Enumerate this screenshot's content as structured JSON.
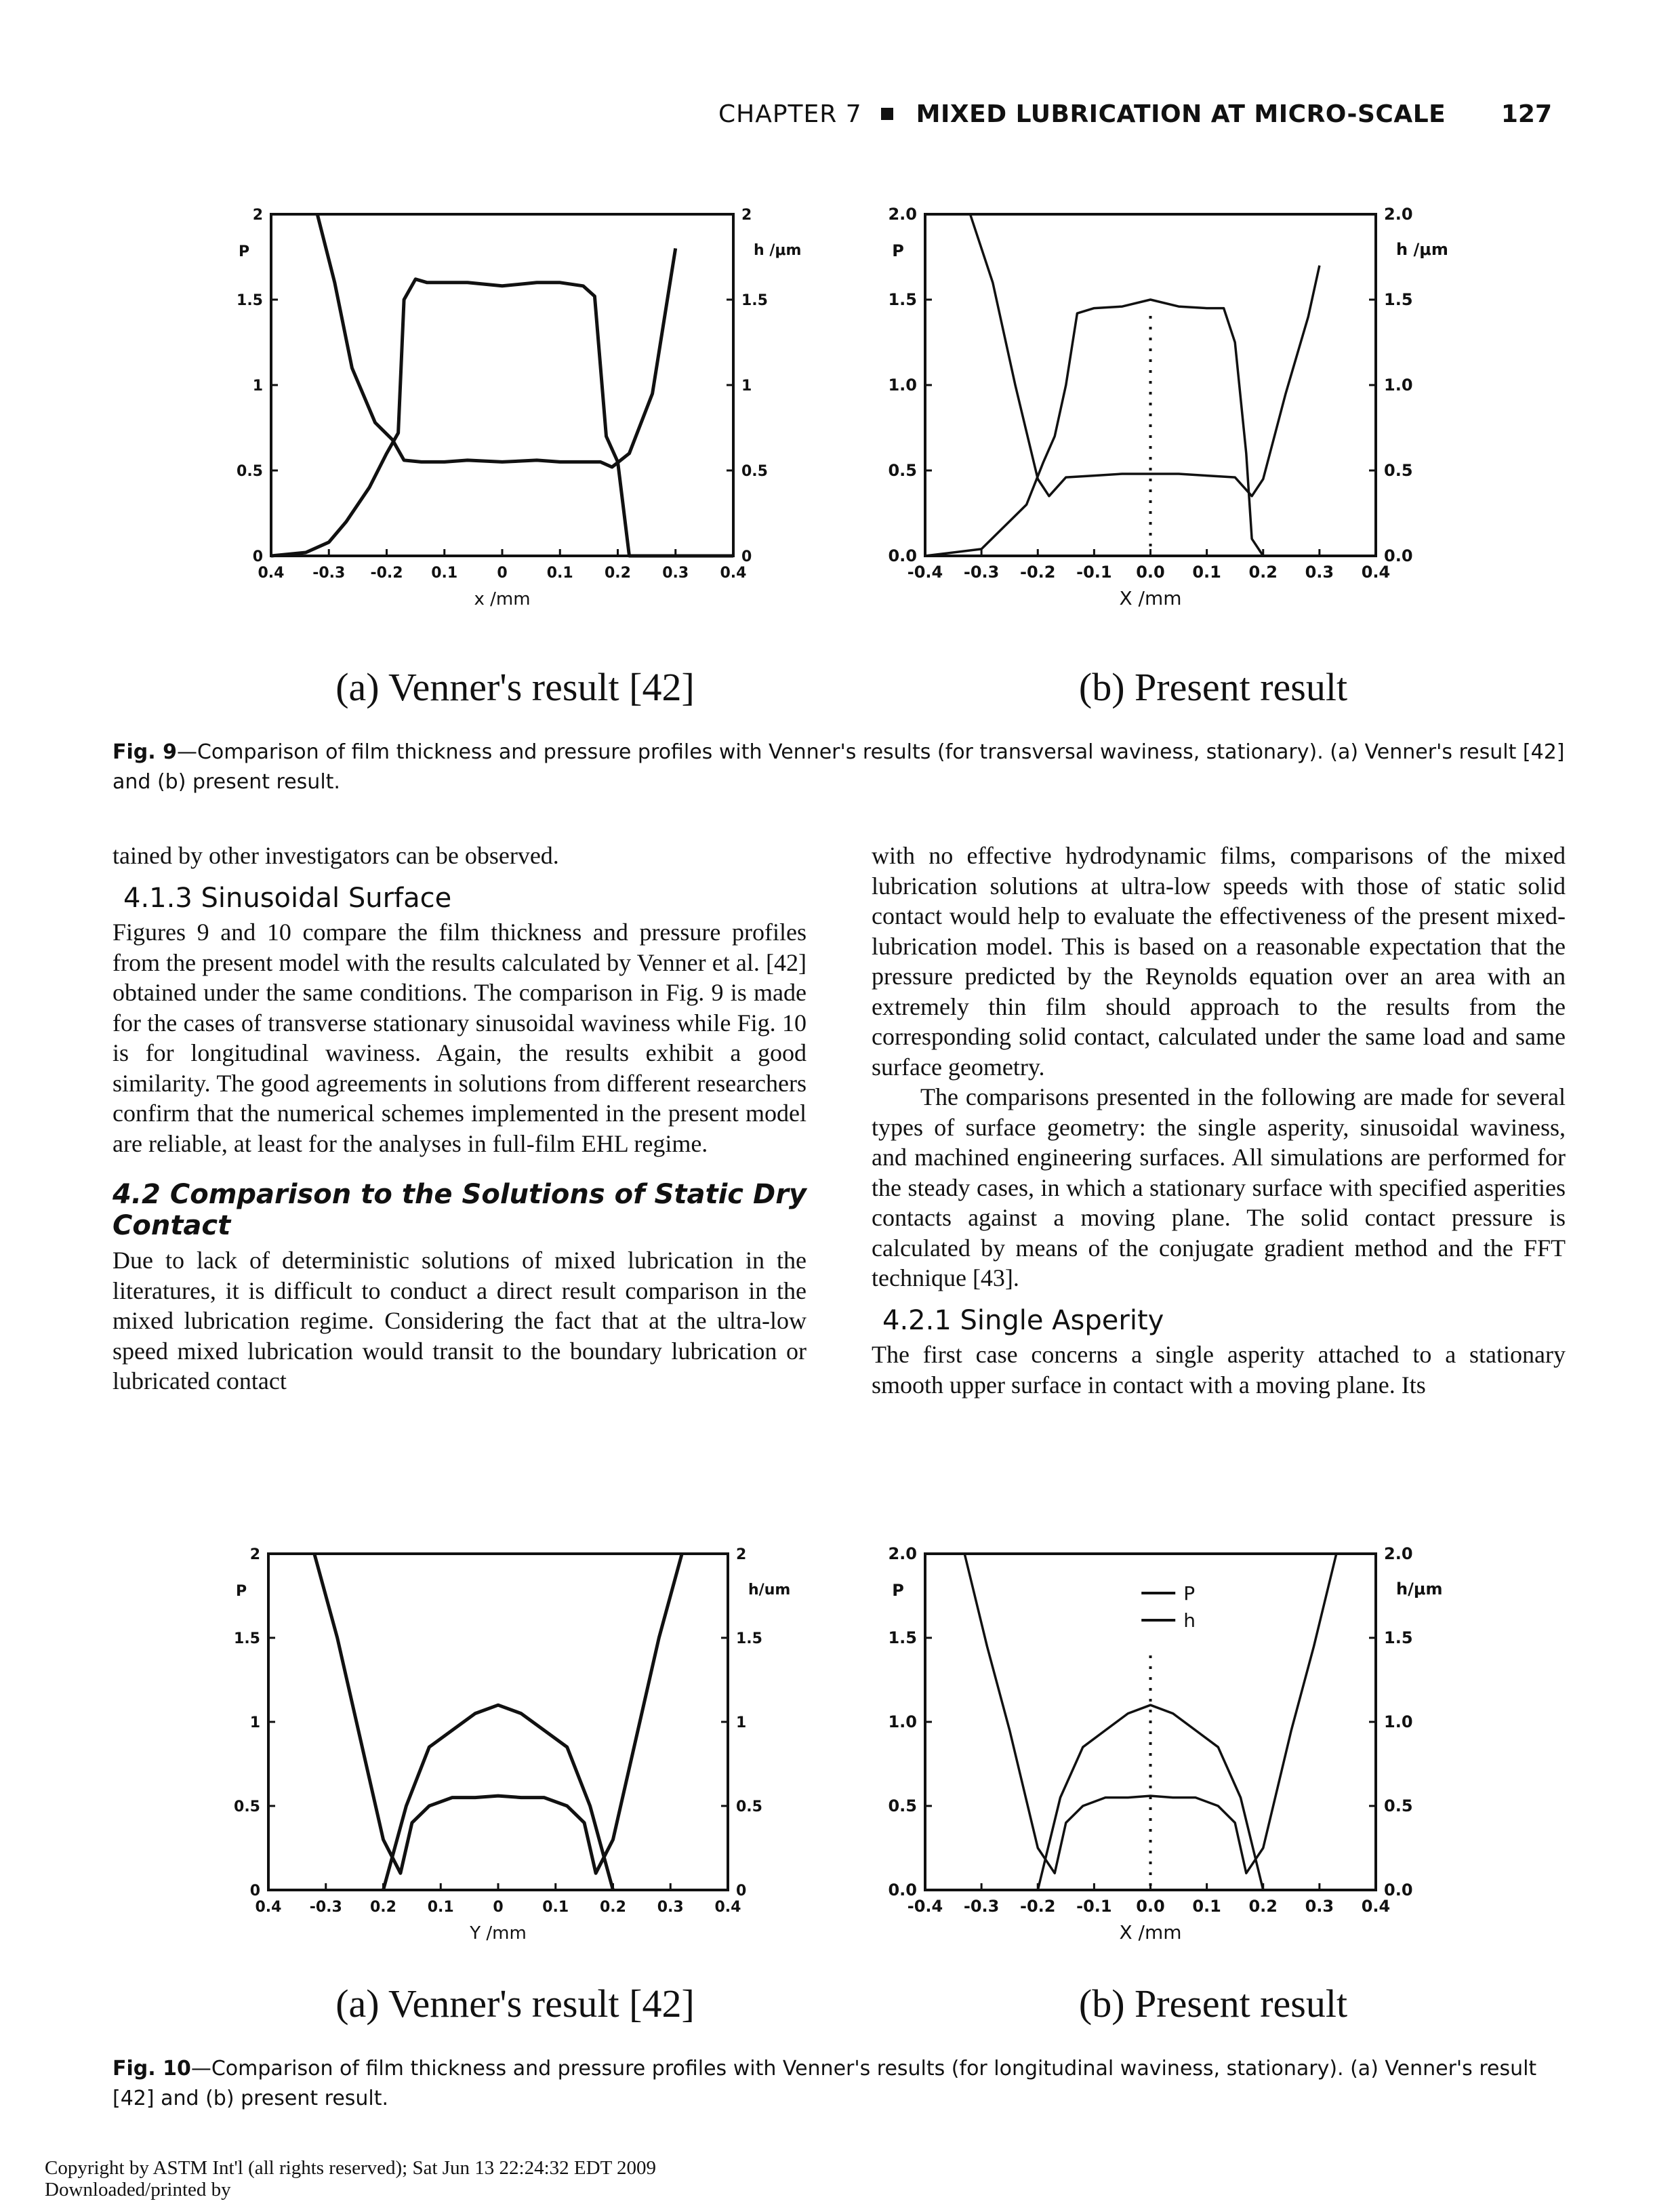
{
  "header": {
    "chapter": "CHAPTER 7",
    "title": "MIXED LUBRICATION AT MICRO-SCALE",
    "page": "127"
  },
  "fig9": {
    "left_caption": "(a) Venner's result [42]",
    "right_caption": "(b) Present result",
    "caption_label": "Fig. 9",
    "caption_text": "—Comparison of film thickness and pressure profiles with Venner's results (for transversal waviness, stationary). (a) Venner's result [42] and (b) present result.",
    "chart_data": [
      {
        "type": "line",
        "xlabel": "x /mm",
        "ylabel": "P",
        "y2label": "h /μm",
        "xlim": [
          -0.4,
          0.4
        ],
        "ylim": [
          0,
          2
        ],
        "y2lim": [
          0,
          2
        ],
        "xticks": [
          "0.4",
          "-0.3",
          "-0.2",
          "0.1",
          "0",
          "0.1",
          "0.2",
          "0.3",
          "0.4"
        ],
        "yticks": [
          "0",
          "0.5",
          "1",
          "1.5",
          "2"
        ],
        "y2ticks": [
          "0",
          "0.5",
          "1",
          "1.5",
          "2"
        ],
        "series": [
          {
            "x": [
              -0.4,
              -0.34,
              -0.3,
              -0.27,
              -0.23,
              -0.2,
              -0.18,
              -0.17,
              -0.15,
              -0.13,
              -0.1,
              -0.06,
              0,
              0.06,
              0.1,
              0.14,
              0.16,
              0.18,
              0.2,
              0.22,
              0.3,
              0.4
            ],
            "y": [
              0,
              0.02,
              0.08,
              0.2,
              0.4,
              0.6,
              0.72,
              1.5,
              1.62,
              1.6,
              1.6,
              1.6,
              1.58,
              1.6,
              1.6,
              1.58,
              1.52,
              0.7,
              0.55,
              0.0,
              0.0,
              0.0
            ]
          },
          {
            "x": [
              -0.32,
              -0.29,
              -0.26,
              -0.22,
              -0.19,
              -0.17,
              -0.14,
              -0.1,
              -0.06,
              0,
              0.06,
              0.1,
              0.14,
              0.17,
              0.19,
              0.22,
              0.26,
              0.3
            ],
            "y": [
              2,
              1.6,
              1.1,
              0.78,
              0.68,
              0.56,
              0.55,
              0.55,
              0.56,
              0.55,
              0.56,
              0.55,
              0.55,
              0.55,
              0.52,
              0.6,
              0.95,
              1.8
            ]
          }
        ]
      },
      {
        "type": "line",
        "xlabel": "X /mm",
        "ylabel": "P",
        "y2label": "h /μm",
        "xlim": [
          -0.4,
          0.4
        ],
        "ylim": [
          0,
          2
        ],
        "y2lim": [
          0,
          2
        ],
        "xticks": [
          "-0.4",
          "-0.3",
          "-0.2",
          "-0.1",
          "0.0",
          "0.1",
          "0.2",
          "0.3",
          "0.4"
        ],
        "yticks": [
          "0.0",
          "0.5",
          "1.0",
          "1.5",
          "2.0"
        ],
        "y2ticks": [
          "0.0",
          "0.5",
          "1.0",
          "1.5",
          "2.0"
        ],
        "series": [
          {
            "x": [
              -0.4,
              -0.3,
              -0.22,
              -0.19,
              -0.17,
              -0.15,
              -0.13,
              -0.1,
              -0.05,
              0,
              0.05,
              0.1,
              0.13,
              0.15,
              0.17,
              0.18,
              0.2,
              0.3,
              0.4
            ],
            "y": [
              0,
              0.04,
              0.3,
              0.55,
              0.7,
              1.0,
              1.42,
              1.45,
              1.46,
              1.5,
              1.46,
              1.45,
              1.45,
              1.25,
              0.6,
              0.1,
              0,
              0,
              0
            ]
          },
          {
            "x": [
              -0.32,
              -0.28,
              -0.24,
              -0.2,
              -0.18,
              -0.15,
              -0.1,
              -0.05,
              0,
              0.05,
              0.1,
              0.15,
              0.18,
              0.2,
              0.24,
              0.28,
              0.3
            ],
            "y": [
              2,
              1.6,
              1.0,
              0.45,
              0.35,
              0.46,
              0.47,
              0.48,
              0.48,
              0.48,
              0.47,
              0.46,
              0.35,
              0.45,
              0.95,
              1.4,
              1.7
            ]
          }
        ]
      }
    ]
  },
  "left_column": {
    "lead": "tained by other investigators can be observed.",
    "sub_heading": "4.1.3 Sinusoidal Surface",
    "para1": "Figures 9 and 10 compare the film thickness and pressure profiles from the present model with the results calculated by Venner et al. [42] obtained under the same conditions. The comparison in Fig. 9 is made for the cases of transverse stationary sinusoidal waviness while Fig. 10 is for longitudinal waviness. Again, the results exhibit a good similarity. The good agreements in solutions from different researchers confirm that the numerical schemes implemented in the present model are reliable, at least for the analyses in full-film EHL regime.",
    "section_heading": "4.2 Comparison to the Solutions of Static Dry Contact",
    "para2": "Due to lack of deterministic solutions of mixed lubrication in the literatures, it is difficult to conduct a direct result comparison in the mixed lubrication regime. Considering the fact that at the ultra-low speed mixed lubrication would transit to the boundary lubrication or lubricated contact"
  },
  "right_column": {
    "para1": "with no effective hydrodynamic films, comparisons of the mixed lubrication solutions at ultra-low speeds with those of static solid contact would help to evaluate the effectiveness of the present mixed-lubrication model. This is based on a reasonable expectation that the pressure predicted by the Reynolds equation over an area with an extremely thin film should approach to the results from the corresponding solid contact, calculated under the same load and same surface geometry.",
    "para2": "The comparisons presented in the following are made for several types of surface geometry: the single asperity, sinusoidal waviness, and machined engineering surfaces. All simulations are performed for the steady cases, in which a stationary surface with specified asperities contacts against a moving plane. The solid contact pressure is calculated by means of the conjugate gradient method and the FFT technique [43].",
    "sub_heading": "4.2.1 Single Asperity",
    "para3": "The first case concerns a single asperity attached to a stationary smooth upper surface in contact with a moving plane. Its"
  },
  "fig10": {
    "left_caption": "(a) Venner's result [42]",
    "right_caption": "(b) Present result",
    "caption_label": "Fig. 10",
    "caption_text": "—Comparison of film thickness and pressure profiles with Venner's results (for longitudinal waviness, stationary). (a) Venner's result [42] and (b) present result.",
    "legend": [
      "P",
      "h"
    ],
    "chart_data": [
      {
        "type": "line",
        "xlabel": "Y /mm",
        "ylabel": "P",
        "y2label": "h/um",
        "xlim": [
          -0.4,
          0.4
        ],
        "ylim": [
          0,
          2
        ],
        "y2lim": [
          0,
          2
        ],
        "xticks": [
          "0.4",
          "-0.3",
          "0.2",
          "0.1",
          "0",
          "0.1",
          "0.2",
          "0.3",
          "0.4"
        ],
        "yticks": [
          "0",
          "0.5",
          "1",
          "1.5",
          "2"
        ],
        "y2ticks": [
          "0",
          "0.5",
          "1",
          "1.5",
          "2"
        ],
        "series": [
          {
            "x": [
              -0.32,
              -0.28,
              -0.24,
              -0.2,
              -0.17,
              -0.15,
              -0.12,
              -0.08,
              -0.04,
              0,
              0.04,
              0.08,
              0.12,
              0.15,
              0.17,
              0.2,
              0.24,
              0.28,
              0.32
            ],
            "y": [
              2,
              1.5,
              0.9,
              0.3,
              0.1,
              0.4,
              0.5,
              0.55,
              0.55,
              0.56,
              0.55,
              0.55,
              0.5,
              0.4,
              0.1,
              0.3,
              0.9,
              1.5,
              2
            ]
          },
          {
            "x": [
              -0.2,
              -0.16,
              -0.12,
              -0.08,
              -0.04,
              0,
              0.04,
              0.08,
              0.12,
              0.16,
              0.2
            ],
            "y": [
              0,
              0.5,
              0.85,
              0.95,
              1.05,
              1.1,
              1.05,
              0.95,
              0.85,
              0.5,
              0
            ]
          }
        ]
      },
      {
        "type": "line",
        "xlabel": "X /mm",
        "ylabel": "P",
        "y2label": "h/μm",
        "xlim": [
          -0.4,
          0.4
        ],
        "ylim": [
          0,
          2
        ],
        "y2lim": [
          0,
          2
        ],
        "xticks": [
          "-0.4",
          "-0.3",
          "-0.2",
          "-0.1",
          "0.0",
          "0.1",
          "0.2",
          "0.3",
          "0.4"
        ],
        "yticks": [
          "0.0",
          "0.5",
          "1.0",
          "1.5",
          "2.0"
        ],
        "y2ticks": [
          "0.0",
          "0.5",
          "1.0",
          "1.5",
          "2.0"
        ],
        "series": [
          {
            "name": "P",
            "x": [
              -0.2,
              -0.16,
              -0.12,
              -0.08,
              -0.04,
              0,
              0.04,
              0.08,
              0.12,
              0.16,
              0.2
            ],
            "y": [
              0,
              0.55,
              0.85,
              0.95,
              1.05,
              1.1,
              1.05,
              0.95,
              0.85,
              0.55,
              0
            ]
          },
          {
            "name": "h",
            "x": [
              -0.33,
              -0.29,
              -0.25,
              -0.2,
              -0.17,
              -0.15,
              -0.12,
              -0.08,
              -0.04,
              0,
              0.04,
              0.08,
              0.12,
              0.15,
              0.17,
              0.2,
              0.25,
              0.29,
              0.33
            ],
            "y": [
              2,
              1.45,
              0.95,
              0.25,
              0.1,
              0.4,
              0.5,
              0.55,
              0.55,
              0.56,
              0.55,
              0.55,
              0.5,
              0.4,
              0.1,
              0.25,
              0.95,
              1.45,
              2
            ]
          }
        ]
      }
    ]
  },
  "footer": {
    "line1": "Copyright by ASTM Int'l (all rights reserved); Sat Jun 13 22:24:32 EDT 2009",
    "line2": "Downloaded/printed by"
  }
}
